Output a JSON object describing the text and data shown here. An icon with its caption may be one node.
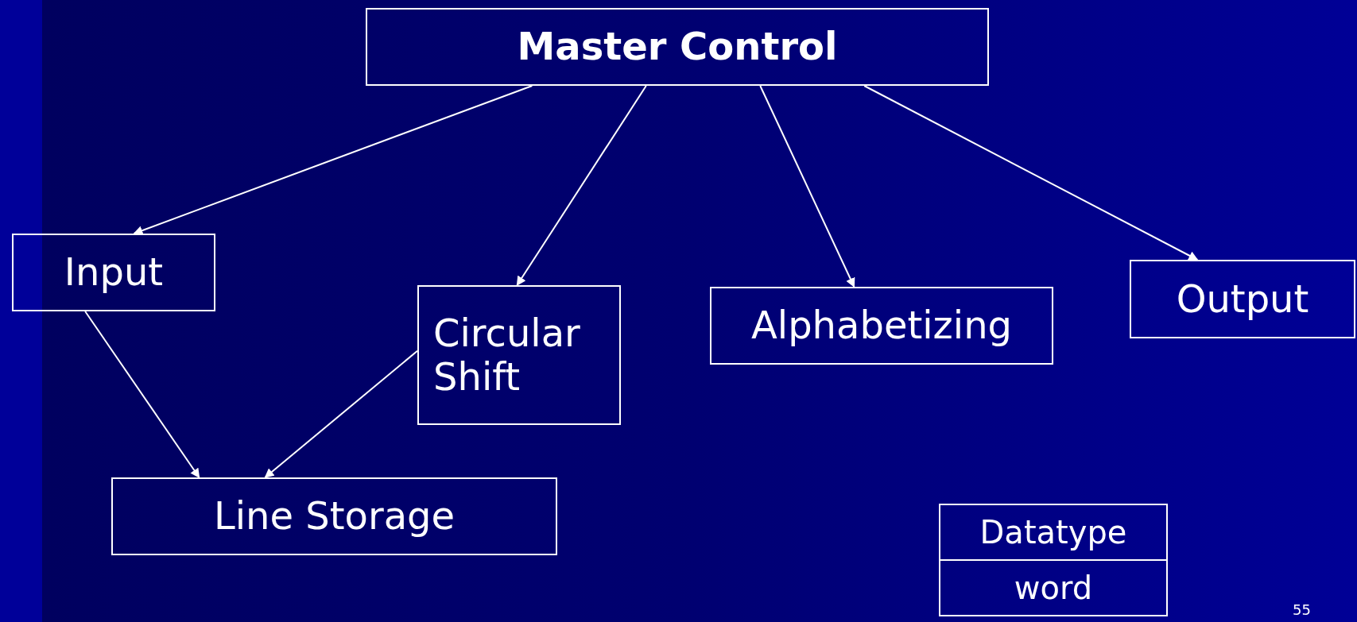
{
  "diagram": {
    "nodes": [
      {
        "text": [
          "Master Control"
        ]
      },
      {
        "text": [
          "Input"
        ]
      },
      {
        "text": [
          "Circular Shift"
        ]
      },
      {
        "text": [
          "Alphabetizing"
        ]
      },
      {
        "text": [
          "Output"
        ]
      },
      {
        "text": [
          "Line Storage"
        ]
      },
      {
        "text": [
          "Datatype",
          "word"
        ]
      }
    ],
    "edges": [
      {
        "from": 0,
        "to": 1,
        "arrow": "to"
      },
      {
        "from": 0,
        "to": 2,
        "arrow": "to"
      },
      {
        "from": 0,
        "to": 3,
        "arrow": "to"
      },
      {
        "from": 0,
        "to": 4,
        "arrow": "to"
      },
      {
        "from": 1,
        "to": 5,
        "arrow": "to"
      },
      {
        "from": 2,
        "to": 5,
        "arrow": "to"
      }
    ],
    "labels": [
      "55"
    ]
  }
}
